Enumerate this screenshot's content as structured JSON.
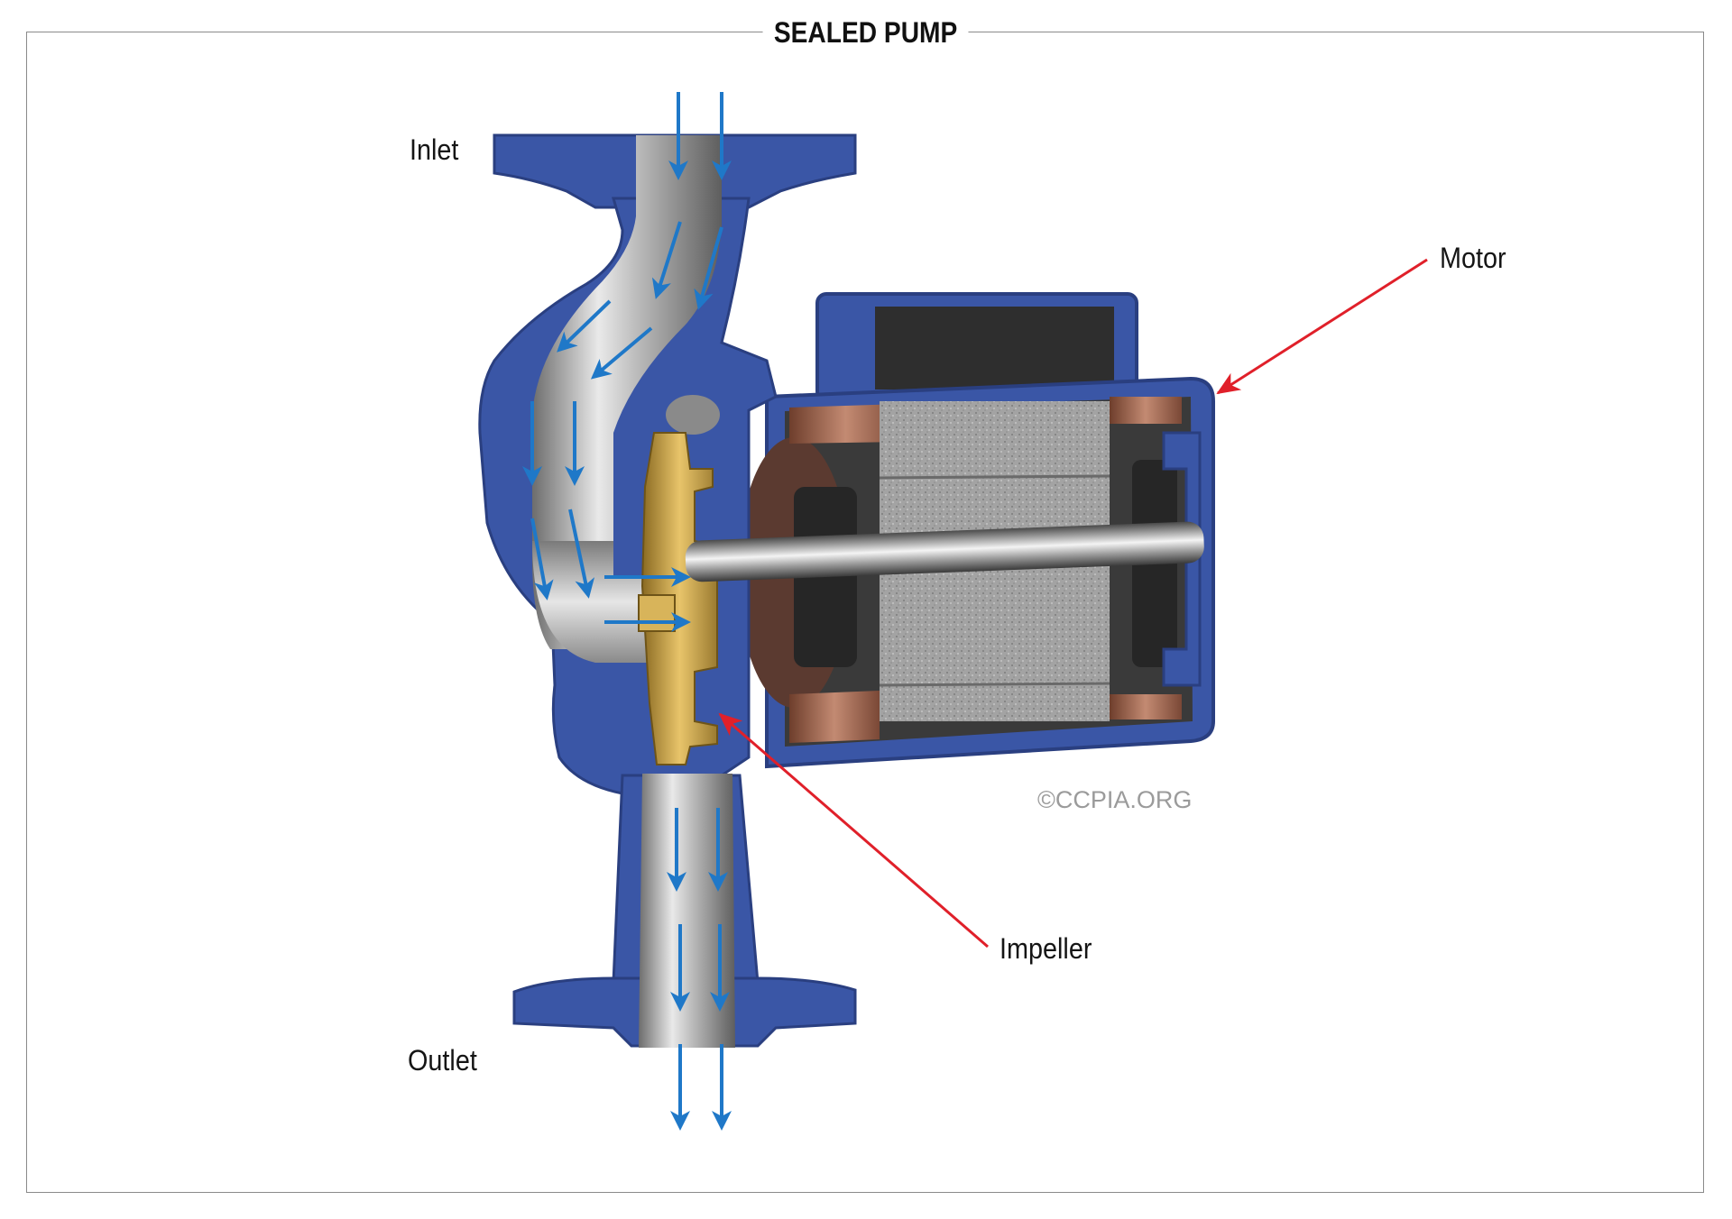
{
  "title": "SEALED PUMP",
  "labels": {
    "inlet": "Inlet",
    "outlet": "Outlet",
    "motor": "Motor",
    "impeller": "Impeller"
  },
  "watermark": "©CCPIA.ORG",
  "colors": {
    "housing": "#3a56a6",
    "housing_dark": "#2a3f80",
    "flow_arrow": "#1f78c8",
    "callout_arrow": "#e0202a",
    "impeller": "#c9a24a",
    "copper": "#a86a50",
    "stator": "#9a9a9a"
  }
}
